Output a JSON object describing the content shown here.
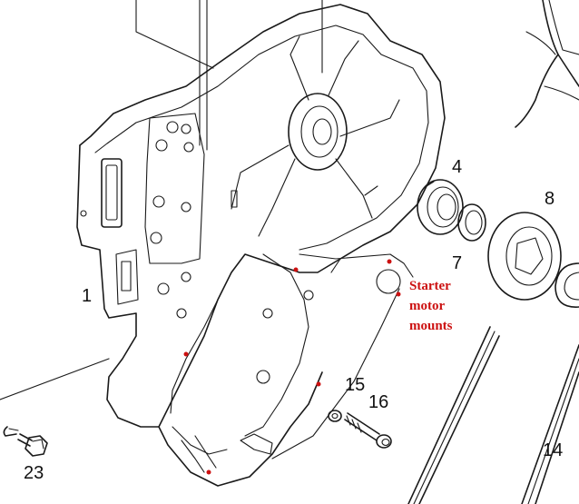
{
  "labels": {
    "part_1": "1",
    "part_4": "4",
    "part_7": "7",
    "part_8": "8",
    "part_14": "14",
    "part_15": "15",
    "part_16": "16",
    "part_23": "23"
  },
  "annotation": {
    "line1": "Starter",
    "line2": "motor",
    "line3": "mounts"
  },
  "colors": {
    "annotation": "#cc1111",
    "mount_dots": "#cc1111",
    "line_art": "#1a1a1a"
  }
}
